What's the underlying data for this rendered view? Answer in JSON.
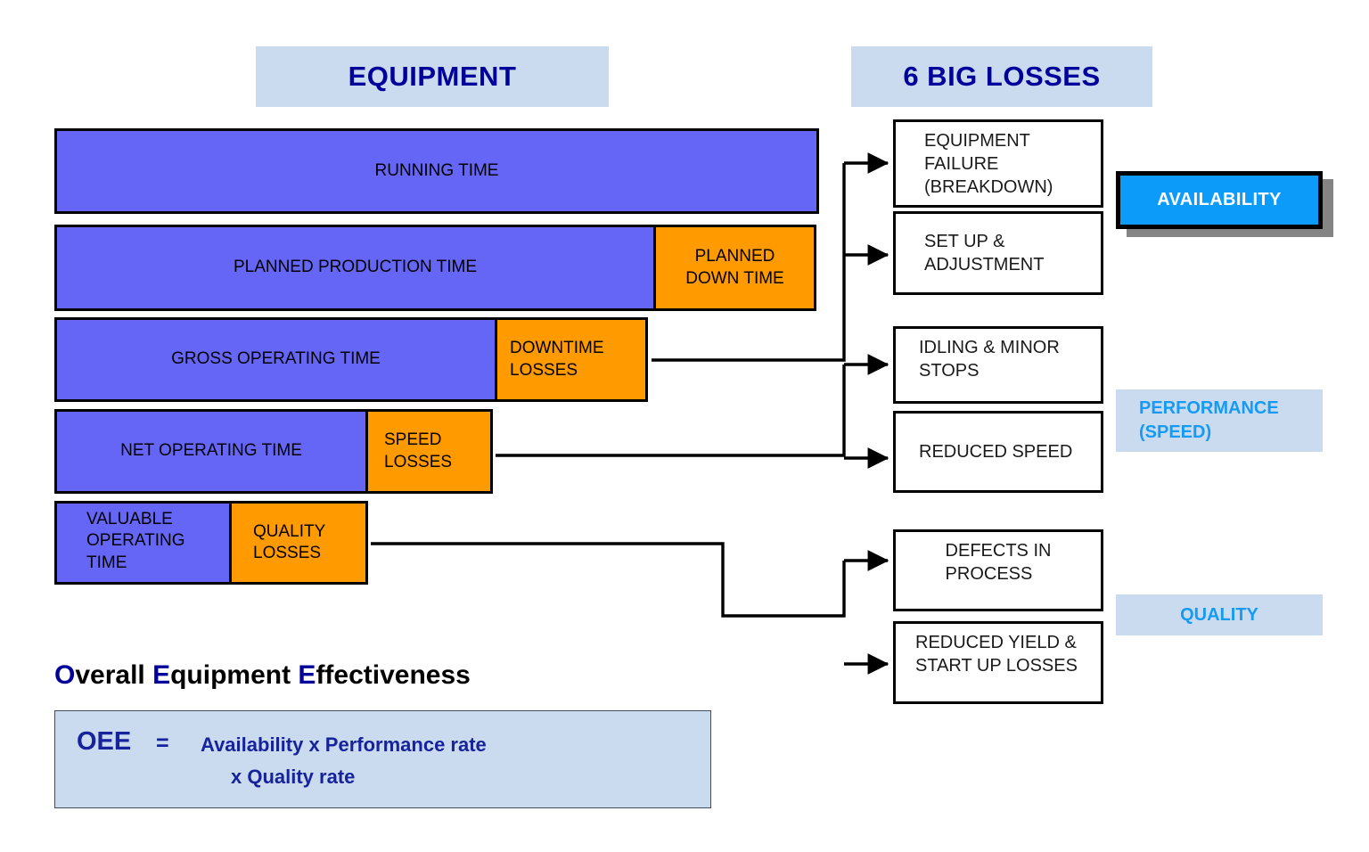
{
  "headers": {
    "equipment": "EQUIPMENT",
    "losses": "6 BIG LOSSES"
  },
  "equipment_bars": [
    {
      "name": "running-time",
      "main": "RUNNING TIME",
      "loss": null
    },
    {
      "name": "planned-prod",
      "main": "PLANNED PRODUCTION TIME",
      "loss": "PLANNED\nDOWN TIME"
    },
    {
      "name": "gross-op",
      "main": "GROSS OPERATING TIME",
      "loss": "DOWNTIME\nLOSSES"
    },
    {
      "name": "net-op",
      "main": "NET OPERATING TIME",
      "loss": "SPEED\nLOSSES"
    },
    {
      "name": "valuable-op",
      "main": "VALUABLE\nOPERATING\nTIME",
      "loss": "QUALITY\nLOSSES"
    }
  ],
  "loss_boxes": [
    {
      "name": "equipment-failure",
      "text": "EQUIPMENT\nFAILURE\n(BREAKDOWN)"
    },
    {
      "name": "set-up-adjustment",
      "text": "SET UP &\nADJUSTMENT"
    },
    {
      "name": "idling-minor-stops",
      "text": "IDLING & MINOR\nSTOPS"
    },
    {
      "name": "reduced-speed",
      "text": "REDUCED SPEED"
    },
    {
      "name": "defects-in-process",
      "text": "DEFECTS IN\nPROCESS"
    },
    {
      "name": "reduced-yield",
      "text": "REDUCED YIELD &\nSTART UP LOSSES"
    }
  ],
  "categories": [
    {
      "name": "availability",
      "label": "AVAILABILITY"
    },
    {
      "name": "performance",
      "label": "PERFORMANCE\n(SPEED)"
    },
    {
      "name": "quality",
      "label": "QUALITY"
    }
  ],
  "oee": {
    "title_parts": [
      {
        "cap": "O",
        "rest": "verall "
      },
      {
        "cap": "E",
        "rest": "quipment "
      },
      {
        "cap": "E",
        "rest": "ffectiveness"
      }
    ],
    "abbrev": "OEE",
    "equals": "=",
    "line1": "Availability  x  Performance rate",
    "line2": "x  Quality rate"
  },
  "colors": {
    "bar_blue": "#6666f6",
    "bar_orange": "#ff9a00",
    "header_light_blue": "#cbdbef",
    "header_text_blue": "#00009a",
    "availability_blue": "#0d9bfa",
    "category_text_blue": "#169bf5",
    "shadow_gray": "#848484",
    "outline_black": "#000000"
  }
}
